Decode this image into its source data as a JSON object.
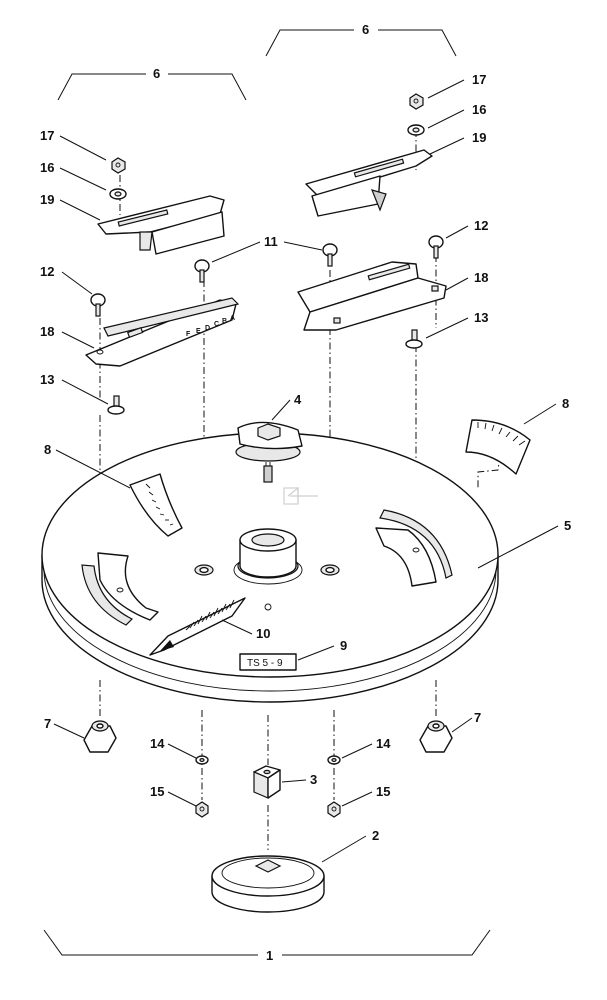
{
  "callouts": {
    "c1": "1",
    "c2": "2",
    "c3": "3",
    "c4": "4",
    "c5": "5",
    "c6a": "6",
    "c6b": "6",
    "c7a": "7",
    "c7b": "7",
    "c8a": "8",
    "c8b": "8",
    "c9": "9",
    "c10": "10",
    "c11": "11",
    "c12a": "12",
    "c12b": "12",
    "c13a": "13",
    "c13b": "13",
    "c14a": "14",
    "c14b": "14",
    "c15a": "15",
    "c15b": "15",
    "c16a": "16",
    "c16b": "16",
    "c17a": "17",
    "c17b": "17",
    "c18a": "18",
    "c18b": "18",
    "c19a": "19",
    "c19b": "19"
  },
  "labels": {
    "nameplate": "TS 5 - 9",
    "fence_scale_letters": [
      "F",
      "E",
      "D",
      "C",
      "B",
      "A"
    ]
  }
}
